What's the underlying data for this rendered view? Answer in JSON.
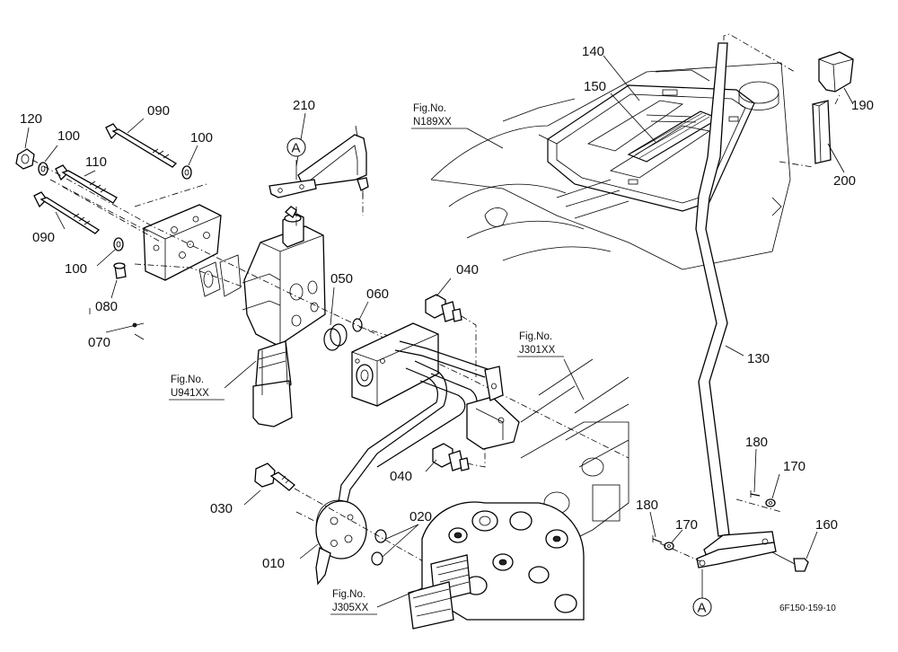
{
  "diagram": {
    "part_numbers": {
      "p010": "010",
      "p020": "020",
      "p030": "030",
      "p040a": "040",
      "p040b": "040",
      "p050": "050",
      "p060": "060",
      "p070": "070",
      "p080": "080",
      "p090a": "090",
      "p090b": "090",
      "p100a": "100",
      "p100b": "100",
      "p100c": "100",
      "p110": "110",
      "p120": "120",
      "p130": "130",
      "p140": "140",
      "p150": "150",
      "p160": "160",
      "p170a": "170",
      "p170b": "170",
      "p180a": "180",
      "p180b": "180",
      "p190": "190",
      "p200": "200",
      "p210": "210"
    },
    "fig_refs": {
      "n189": {
        "label": "Fig.No.",
        "code": "N189XX"
      },
      "u941": {
        "label": "Fig.No.",
        "code": "U941XX"
      },
      "j301": {
        "label": "Fig.No.",
        "code": "J301XX"
      },
      "j305": {
        "label": "Fig.No.",
        "code": "J305XX"
      }
    },
    "markers": {
      "a_top": "A",
      "a_bottom": "A"
    },
    "drawing_code": "6F150-159-10"
  }
}
